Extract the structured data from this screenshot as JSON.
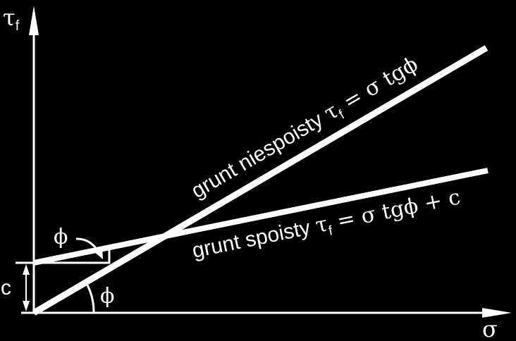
{
  "axes": {
    "y_label": "τ",
    "y_label_sub": "f",
    "x_label": "σ"
  },
  "labels": {
    "cohesion": "c",
    "phi_lower": "ϕ",
    "phi_upper": "ϕ"
  },
  "lines": {
    "cohesionless": {
      "prefix": "grunt niespoisty ",
      "tau": "τ",
      "sub": "f",
      "equation": " = σ tgϕ"
    },
    "cohesive": {
      "prefix": "grunt spoisty ",
      "tau": "τ",
      "sub": "f",
      "equation": " = σ tgϕ + c"
    }
  },
  "colors": {
    "background": "#000000",
    "foreground": "#ffffff"
  }
}
